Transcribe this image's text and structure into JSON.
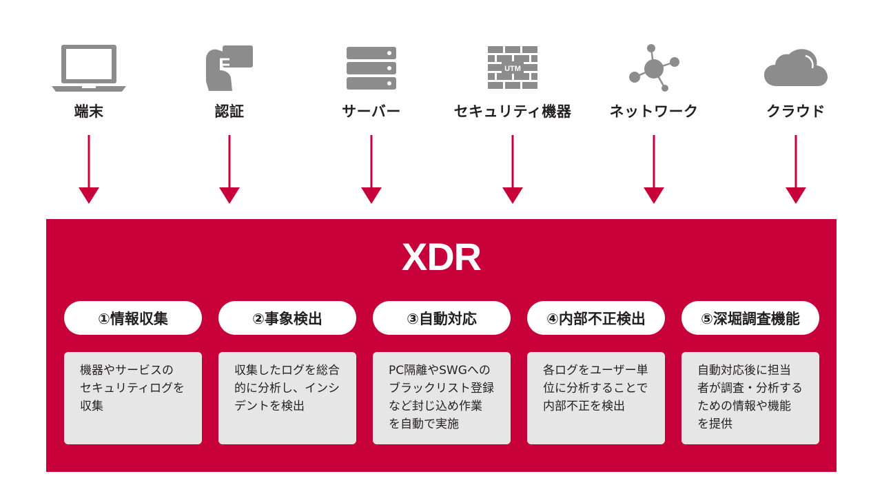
{
  "sources": [
    {
      "label": "端末",
      "icon": "laptop-icon"
    },
    {
      "label": "認証",
      "icon": "hand-card-icon"
    },
    {
      "label": "サーバー",
      "icon": "server-icon"
    },
    {
      "label": "セキュリティ機器",
      "icon": "firewall-utm-icon",
      "icon_text": "UTM"
    },
    {
      "label": "ネットワーク",
      "icon": "network-icon"
    },
    {
      "label": "クラウド",
      "icon": "cloud-icon"
    }
  ],
  "xdr": {
    "title": "XDR",
    "functions": [
      {
        "title": "①情報収集",
        "desc": "機器やサービスの\nセキュリティログを\n収集"
      },
      {
        "title": "②事象検出",
        "desc": "収集したログを総合\n的に分析し、インシ\nデントを検出"
      },
      {
        "title": "③自動対応",
        "desc": "PC隔離やSWGへの\nブラックリスト登録\nなど封じ込め作業\nを自動で実施"
      },
      {
        "title": "④内部不正検出",
        "desc": "各ログをユーザー単\n位に分析することで\n内部不正を検出"
      },
      {
        "title": "⑤深堀調査機能",
        "desc": "自動対応後に担当\n者が調査・分析する\nための情報や機能\nを提供"
      }
    ]
  },
  "colors": {
    "accent": "#c8003a",
    "icon_gray": "#8c8c8c",
    "card_bg": "#e6e6e7",
    "text": "#231f20"
  }
}
